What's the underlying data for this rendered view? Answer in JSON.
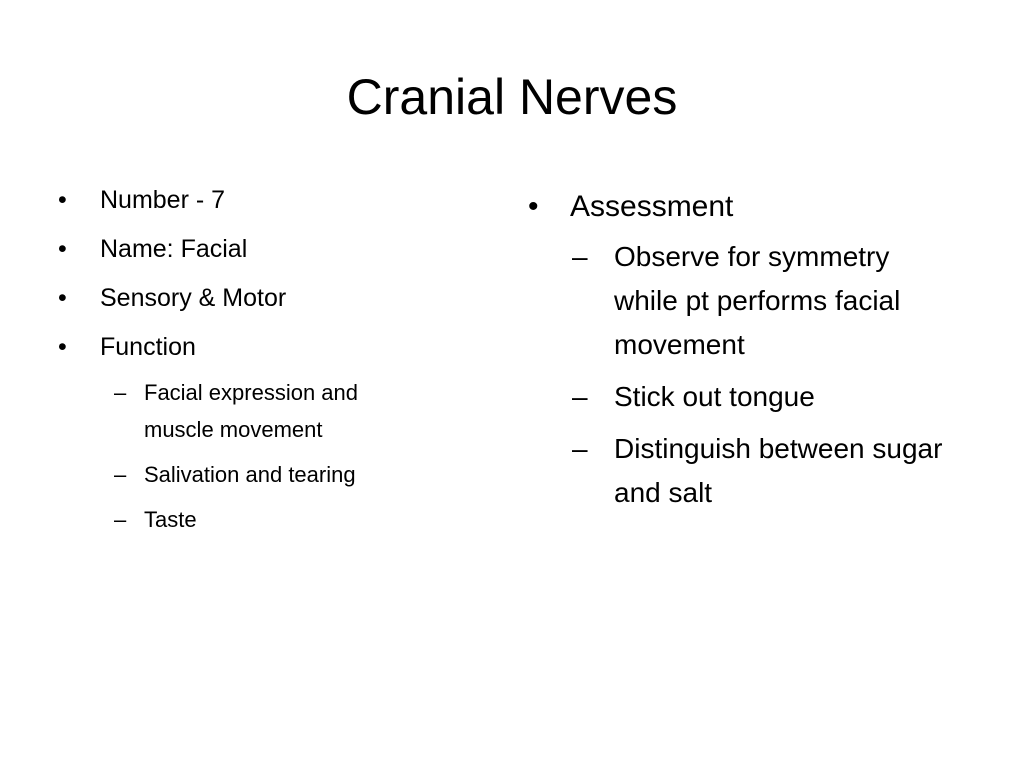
{
  "slide": {
    "title": "Cranial Nerves",
    "left": {
      "items": [
        {
          "text": "Number - 7"
        },
        {
          "text": "Name: Facial"
        },
        {
          "text": "Sensory & Motor"
        },
        {
          "text": "Function"
        }
      ],
      "sub_items": [
        {
          "text": "Facial expression and muscle movement"
        },
        {
          "text": "Salivation and tearing"
        },
        {
          "text": "Taste"
        }
      ]
    },
    "right": {
      "items": [
        {
          "text": "Assessment"
        }
      ],
      "sub_items": [
        {
          "text": "Observe for symmetry while pt performs facial movement"
        },
        {
          "text": "Stick out tongue"
        },
        {
          "text": "Distinguish between sugar and salt"
        }
      ]
    },
    "bullet_symbol": "•",
    "dash_symbol": "–"
  }
}
